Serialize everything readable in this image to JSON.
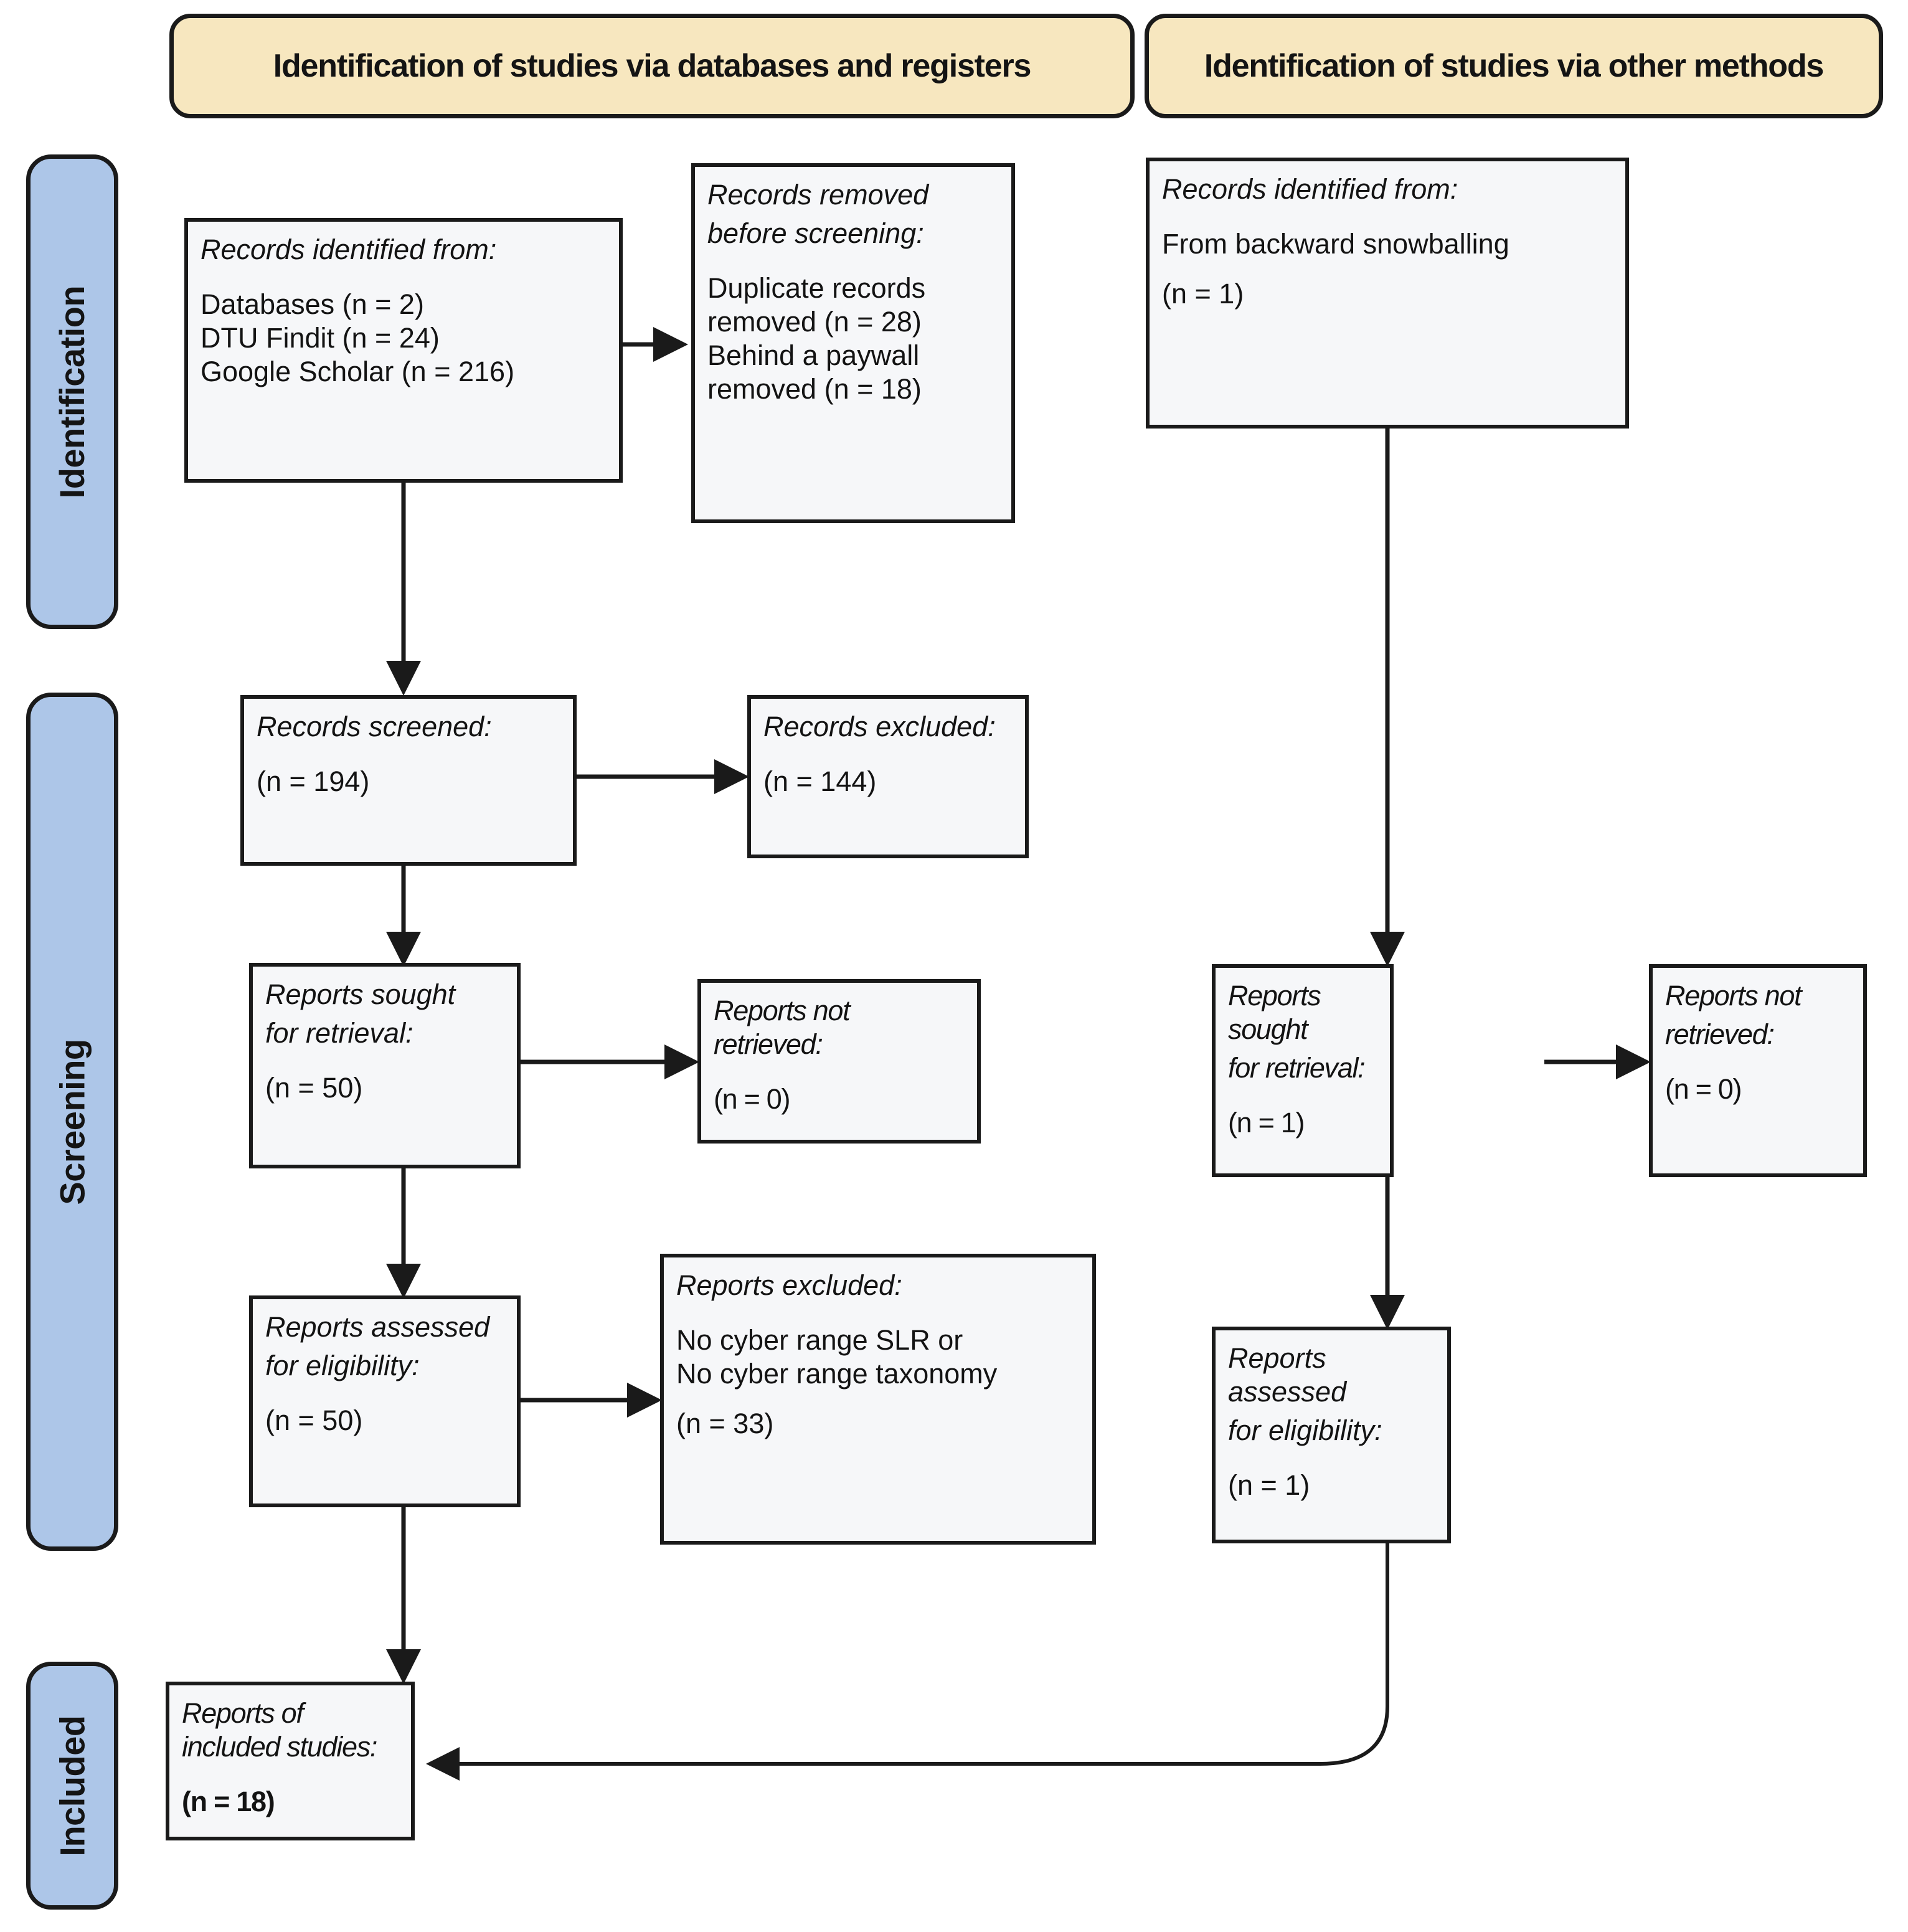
{
  "headers": [
    {
      "id": "databases",
      "label": "Identification of studies via databases and registers"
    },
    {
      "id": "other",
      "label": "Identification of studies via other methods"
    }
  ],
  "stages": [
    {
      "id": "identification",
      "label": "Identification"
    },
    {
      "id": "screening",
      "label": "Screening"
    },
    {
      "id": "included",
      "label": "Included"
    }
  ],
  "boxes": {
    "records_identified_db": {
      "title": "Records identified from:",
      "lines": [
        "Databases (n = 2)",
        "DTU Findit (n = 24)",
        "Google Scholar (n = 216)"
      ]
    },
    "records_removed": {
      "title_line1": "Records removed",
      "title_line2": "before screening:",
      "lines": [
        "Duplicate records",
        "removed (n = 28)",
        "Behind a paywall",
        "removed (n = 18)"
      ]
    },
    "records_identified_other": {
      "title": "Records identified from:",
      "lines": [
        "From backward snowballing"
      ],
      "count": "(n = 1)"
    },
    "records_screened": {
      "title": "Records screened:",
      "count": "(n = 194)"
    },
    "records_excluded": {
      "title": "Records excluded:",
      "count": "(n = 144)"
    },
    "reports_sought_db": {
      "title_line1": "Reports sought",
      "title_line2": "for retrieval:",
      "count": "(n = 50)"
    },
    "reports_not_retrieved_db": {
      "title": "Reports not retrieved:",
      "count": "(n = 0)"
    },
    "reports_assessed_db": {
      "title_line1": "Reports assessed",
      "title_line2": "for eligibility:",
      "count": "(n = 50)"
    },
    "reports_excluded_db": {
      "title": "Reports excluded:",
      "lines": [
        "No cyber range SLR or",
        "No cyber range taxonomy"
      ],
      "count": "(n = 33)"
    },
    "reports_sought_other": {
      "title_line1": "Reports sought",
      "title_line2": "for retrieval:",
      "count": "(n = 1)"
    },
    "reports_not_retrieved_other": {
      "title_line1": "Reports not",
      "title_line2": "retrieved:",
      "count": "(n = 0)"
    },
    "reports_assessed_other": {
      "title_line1": "Reports assessed",
      "title_line2": "for eligibility:",
      "count": "(n = 1)"
    },
    "reports_included": {
      "title": "Reports of included studies:",
      "count": "(n = 18)"
    }
  },
  "colors": {
    "header_fill": "#f7e7bf",
    "stage_fill": "#adc6e8",
    "box_fill": "#f6f7f9",
    "stroke": "#1a1a1a",
    "page_bg": "#ffffff"
  }
}
